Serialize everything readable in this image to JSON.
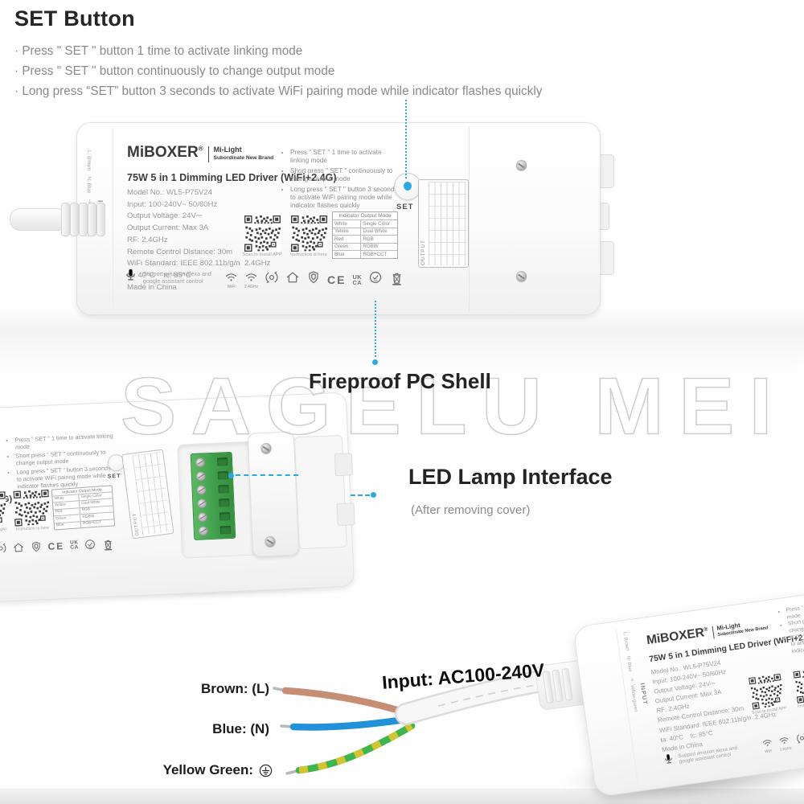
{
  "page": {
    "header_title": "SET Button",
    "header_bullets": [
      "· Press \" SET \" button 1 time to activate linking mode",
      "· Press \" SET \" button continuously to change output mode",
      "· Long press “SET” button 3 seconds to activate WiFi pairing mode while indicator flashes quickly"
    ],
    "watermark": "SAGELU MEI"
  },
  "annotations": {
    "fireproof_shell": "Fireproof PC Shell",
    "led_lamp_interface": "LED Lamp Interface",
    "after_removing_cover": "(After removing cover)",
    "input_ac": "Input: AC100-240V",
    "wire_brown": "Brown: (L)",
    "wire_blue": "Blue: (N)",
    "wire_yellow_green": "Yellow Green:"
  },
  "label": {
    "brand": "MiBOXER",
    "reg": "®",
    "brand_line1": "Mi-Light",
    "brand_line2": "Subordinate New Brand",
    "product_title": "75W 5 in 1 Dimming LED Driver (WiFi+2.4G)",
    "title_fragment_2_4g": "G)",
    "specs": [
      "Model No.: WL5-P75V24",
      "Input: 100-240V~ 50/60Hz",
      "Output Voltage: 24V⎓",
      "Output Current: Max 3A",
      "RF: 2.4GHz",
      "Remote Control Distance: 30m",
      "WiFi Standard: IEEE 802.11b/g/n  2.4GHz",
      "ta: 40°C    tc: 85°C",
      "Made in China"
    ],
    "set_bullets": [
      "Press \" SET \" 1 time to activate linking mode",
      "Short press \" SET \" continuously to change output mode",
      "Long press \" SET \" button 3 seconds to activate WiFi pairing mode while indicator flashes quickly"
    ],
    "set_label": "SET",
    "qr_install_caption": "Scan to Install APP",
    "qr_instruction_caption": "Instruction is here",
    "table_header": "Indicator Output Mode",
    "table_rows": [
      [
        "White",
        "Single Color"
      ],
      [
        "Yellow",
        "Dual White"
      ],
      [
        "Red",
        "RGB"
      ],
      [
        "Green",
        "RGBW"
      ],
      [
        "Blue",
        "RGB+CCT"
      ]
    ],
    "support_line1": "Support amazon alexa and",
    "support_line2": "google assistant control",
    "side_terms": "L: Brown    N: Blue    ⏚: Yellow-green",
    "input_label": "INPUT",
    "output_label": "OUTPUT",
    "wifi_caption": "WiFi",
    "wifi24_caption": "2.4GHz",
    "ce_mark": "CE",
    "ukca_uk": "UK",
    "ukca_ca": "CA"
  },
  "colors": {
    "accent_blue": "#29abe2",
    "wire_brown": "#c68f75",
    "wire_blue": "#2191d8",
    "wire_green": "#3eb54d",
    "wire_yellow": "#d4c433",
    "terminal_green": "#46a552"
  }
}
